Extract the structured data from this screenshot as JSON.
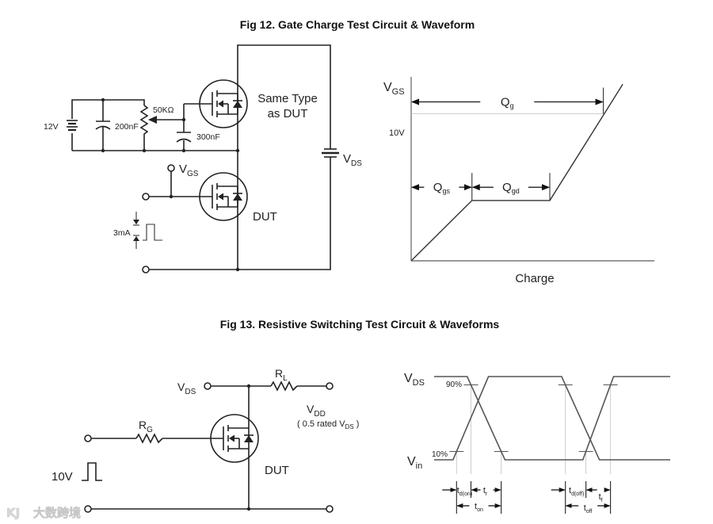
{
  "fig12": {
    "title": "Fig 12.  Gate Charge Test Circuit  &  Waveform",
    "circuit": {
      "battery_label": "12V",
      "cap1_label": "200nF",
      "pot_label": "50KΩ",
      "cap2_label": "300nF",
      "upper_fet_label_line1": "Same Type",
      "upper_fet_label_line2": "as DUT",
      "vgs_label": "V",
      "vgs_sub": "GS",
      "vds_label": "V",
      "vds_sub": "DS",
      "dut_label": "DUT",
      "pulse_label": "3mA"
    }
  },
  "fig13": {
    "title": "Fig 13.  Resistive Switching Test Circuit  &  Waveforms",
    "circuit": {
      "vds_label": "V",
      "vds_sub": "DS",
      "rl_label": "R",
      "rl_sub": "L",
      "rg_label": "R",
      "rg_sub": "G",
      "vdd_label": "V",
      "vdd_sub": "DD",
      "vdd_note_pre": "( 0.5 rated V",
      "vdd_note_sub": "DS",
      "vdd_note_post": " )",
      "dut_label": "DUT",
      "pulse_label": "10V"
    }
  },
  "chart_data": [
    {
      "type": "line",
      "title": "Gate Charge Waveform",
      "xlabel": "Charge",
      "ylabel": "V",
      "ylabel_sub": "GS",
      "ylim": [
        0,
        12.5
      ],
      "xlim": [
        0,
        10
      ],
      "grid": false,
      "reference_lines": [
        {
          "axis": "y",
          "value": 10,
          "label": "10V"
        }
      ],
      "series": [
        {
          "name": "VGS",
          "x": [
            0,
            2.5,
            5.7,
            8.7
          ],
          "y": [
            0,
            4.1,
            4.1,
            12.0
          ]
        }
      ],
      "annotations": [
        {
          "label": "Q",
          "sub": "g",
          "from_x": 0,
          "to_x": 7.9,
          "at_y": 10.8
        },
        {
          "label": "Q",
          "sub": "gs",
          "from_x": 0,
          "to_x": 2.5,
          "at_y": 5.0
        },
        {
          "label": "Q",
          "sub": "gd",
          "from_x": 2.5,
          "to_x": 5.7,
          "at_y": 5.0
        }
      ]
    },
    {
      "type": "line",
      "title": "Resistive Switching Waveforms",
      "xlabel": "",
      "ylabel": "",
      "ylim": [
        0,
        100
      ],
      "grid": false,
      "level_labels": {
        "high": "V",
        "high_sub": "DS",
        "low": "V",
        "low_sub": "in",
        "pct90": "90%",
        "pct10": "10%"
      },
      "series": [
        {
          "name": "Vin",
          "x": [
            0,
            0.8,
            2.3,
            5.4,
            7.0,
            10
          ],
          "y": [
            0,
            0,
            100,
            100,
            0,
            0
          ]
        },
        {
          "name": "VDS",
          "x": [
            0,
            1.4,
            3.0,
            6.3,
            7.6,
            10
          ],
          "y": [
            100,
            100,
            0,
            0,
            100,
            100
          ]
        }
      ],
      "timing_labels": [
        {
          "label": "t",
          "sub": "d(on)"
        },
        {
          "label": "t",
          "sub": "r"
        },
        {
          "label": "t",
          "sub": "on"
        },
        {
          "label": "t",
          "sub": "d(off)"
        },
        {
          "label": "t",
          "sub": "f"
        },
        {
          "label": "t",
          "sub": "off"
        }
      ]
    }
  ],
  "watermark": {
    "text": "大数跨境",
    "logo": "KJ"
  }
}
